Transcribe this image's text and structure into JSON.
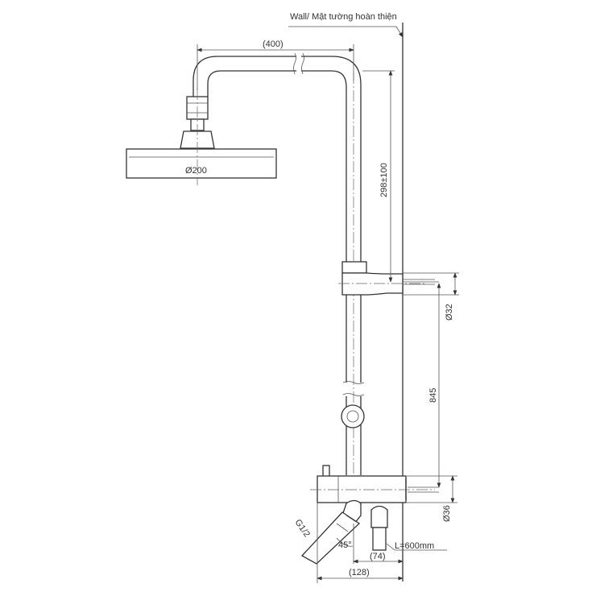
{
  "labels": {
    "wall": "Wall/ Mặt tường hoàn thiện",
    "arm_length": "(400)",
    "head_diameter": "Ø200",
    "height_adjust": "298±100",
    "bracket_diameter": "Ø32",
    "bracket_spacing": "845",
    "mixer_diameter": "Ø36",
    "thread": "G1/2",
    "angle": "45°",
    "hose_length": "L=600mm",
    "hand_shower_offset": "(74)",
    "mixer_offset": "(128)"
  },
  "colors": {
    "line": "#333333",
    "background": "#ffffff"
  }
}
